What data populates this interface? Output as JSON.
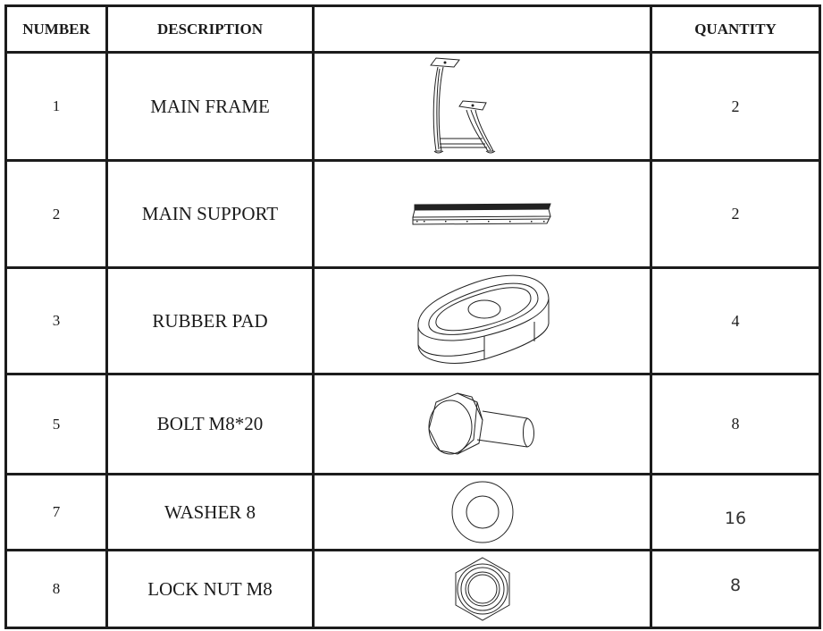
{
  "table": {
    "headers": {
      "number": "NUMBER",
      "description": "DESCRIPTION",
      "image": "",
      "quantity": "QUANTITY"
    },
    "rows": [
      {
        "number": "1",
        "description": "MAIN FRAME",
        "icon": "main-frame-drawing",
        "quantity": "2"
      },
      {
        "number": "2",
        "description": "MAIN SUPPORT",
        "icon": "main-support-drawing",
        "quantity": "2"
      },
      {
        "number": "3",
        "description": "RUBBER PAD",
        "icon": "rubber-pad-drawing",
        "quantity": "4"
      },
      {
        "number": "5",
        "description": "BOLT M8*20",
        "icon": "bolt-drawing",
        "quantity": "8"
      },
      {
        "number": "7",
        "description": "WASHER 8",
        "icon": "washer-drawing",
        "quantity": "16"
      },
      {
        "number": "8",
        "description": "LOCK NUT M8",
        "icon": "lock-nut-drawing",
        "quantity": "8"
      }
    ]
  }
}
